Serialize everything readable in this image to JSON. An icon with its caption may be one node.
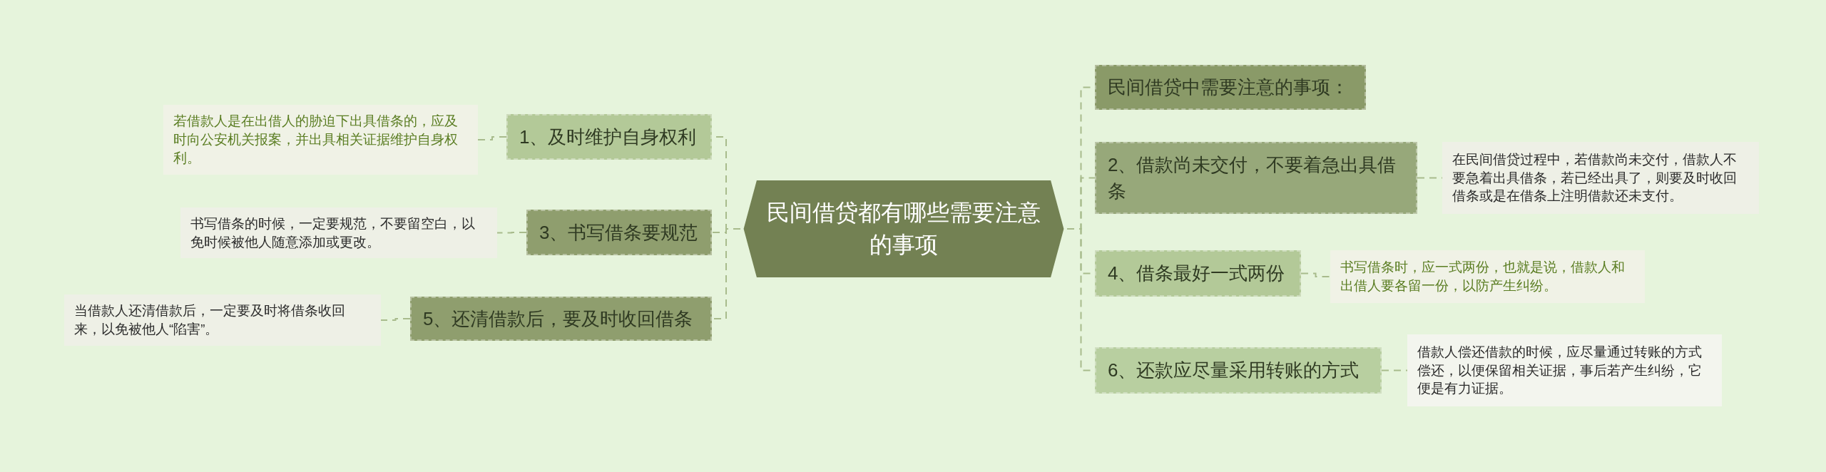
{
  "diagram": {
    "nodes": [
      {
        "text": [
          "民间借贷都有哪些需要注意的事项"
        ]
      },
      {
        "text": [
          "民间借贷中需要注意的事项："
        ]
      },
      {
        "text": [
          "1、及时维护自身权利"
        ]
      },
      {
        "text": [
          "若借款人是在出借人的胁迫下出具借条的，应及时向公安机关报案，并出具相关证据维护自身权利。"
        ]
      },
      {
        "text": [
          "2、借款尚未交付，不要着急出具借条"
        ]
      },
      {
        "text": [
          "在民间借贷过程中，若借款尚未交付，借款人不要急着出具借条，若已经出具了，则要及时收回借条或是在借条上注明借款还未支付。"
        ]
      },
      {
        "text": [
          "3、书写借条要规范"
        ]
      },
      {
        "text": [
          "书写借条的时候，一定要规范，不要留空白，以免时候被他人随意添加或更改。"
        ]
      },
      {
        "text": [
          "4、借条最好一式两份"
        ]
      },
      {
        "text": [
          "书写借条时，应一式两份，也就是说，借款人和出借人要各留一份，以防产生纠纷。"
        ]
      },
      {
        "text": [
          "5、还清借款后，要及时收回借条"
        ]
      },
      {
        "text": [
          "当借款人还清借款后，一定要及时将借条收回来，以免被他人“陷害”。"
        ]
      },
      {
        "text": [
          "6、还款应尽量采用转账的方式"
        ]
      },
      {
        "text": [
          "借款人偿还借款的时候，应尽量通过转账的方式偿还，以便保留相关证据，事后若产生纠纷，它便是有力证据。"
        ]
      }
    ],
    "edges": [
      {
        "from": 0,
        "to": 1,
        "arrow": "none",
        "style": "dashed"
      },
      {
        "from": 0,
        "to": 2,
        "arrow": "none",
        "style": "dashed"
      },
      {
        "from": 2,
        "to": 3,
        "arrow": "none",
        "style": "dashed"
      },
      {
        "from": 0,
        "to": 4,
        "arrow": "none",
        "style": "dashed"
      },
      {
        "from": 4,
        "to": 5,
        "arrow": "none",
        "style": "dashed"
      },
      {
        "from": 0,
        "to": 6,
        "arrow": "none",
        "style": "dashed"
      },
      {
        "from": 6,
        "to": 7,
        "arrow": "none",
        "style": "dashed"
      },
      {
        "from": 0,
        "to": 8,
        "arrow": "none",
        "style": "dashed"
      },
      {
        "from": 8,
        "to": 9,
        "arrow": "none",
        "style": "dashed"
      },
      {
        "from": 0,
        "to": 10,
        "arrow": "none",
        "style": "dashed"
      },
      {
        "from": 10,
        "to": 11,
        "arrow": "none",
        "style": "dashed"
      },
      {
        "from": 0,
        "to": 12,
        "arrow": "none",
        "style": "dashed"
      },
      {
        "from": 12,
        "to": 13,
        "arrow": "none",
        "style": "dashed"
      }
    ]
  }
}
